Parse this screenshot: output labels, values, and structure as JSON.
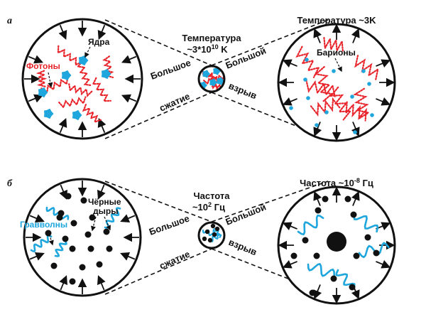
{
  "panel_a": {
    "letter": "а",
    "center_temp_line1": "Температура",
    "center_temp_line2": "~3*10",
    "center_temp_exp": "10",
    "center_temp_unit": " K",
    "right_title": "Температура ~3K",
    "label_big_left": "Большое",
    "label_big_right": "Большой",
    "label_compress": "сжатие",
    "label_bang": "взрыв",
    "label_nuclei": "Ядра",
    "label_photons": "Фотоны",
    "label_baryons": "Барионы"
  },
  "panel_b": {
    "letter": "б",
    "center_freq_line1": "Частота",
    "center_freq_base": "~10",
    "center_freq_exp": "2",
    "center_freq_unit": " Гц",
    "right_title_base": "Частота ~10",
    "right_title_exp": "-8",
    "right_title_unit": " Гц",
    "label_big_left": "Большое",
    "label_big_right": "Большой",
    "label_compress": "сжатие",
    "label_bang": "взрыв",
    "label_black_holes_1": "Чёрные",
    "label_black_holes_2": "дыры",
    "label_gravwaves": "Гравволны"
  },
  "colors": {
    "photon": "#e8232a",
    "nucleus": "#1ea6dd",
    "gravwave": "#1ea6dd",
    "black_hole": "#111111",
    "line": "#111111"
  }
}
